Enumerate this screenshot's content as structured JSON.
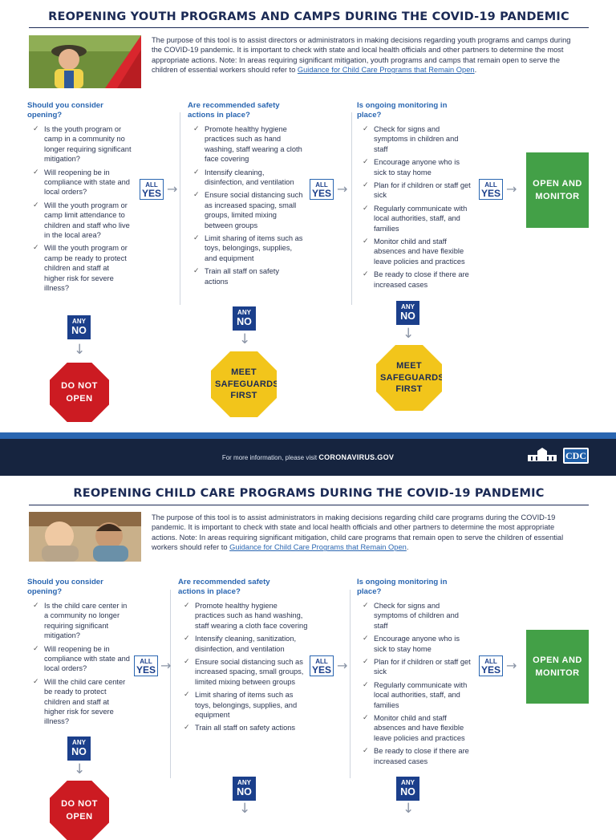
{
  "top": {
    "title": "REOPENING YOUTH PROGRAMS AND CAMPS DURING THE COVID-19 PANDEMIC",
    "intro": "The purpose of this tool is to assist directors or administrators in making decisions regarding youth programs and camps during the COVID-19 pandemic. It is important to check with state and local health officials and other partners to determine the most appropriate actions. Note: In areas requiring significant mitigation, youth programs and camps that remain open to serve the children of essential workers should refer to ",
    "intro_link": "Guidance for Child Care Programs that Remain Open",
    "intro_end": ".",
    "col1": {
      "question": "Should you consider opening?",
      "items": [
        "Is the youth program or camp in a community no longer requiring significant mitigation?",
        "Will reopening be in compliance with state and local orders?",
        "Will the youth program or camp limit attendance to children and staff who live in the local area?",
        "Will the youth program or camp be ready to protect children and staff at higher risk for severe illness?"
      ],
      "outcome": "DO NOT OPEN"
    },
    "col2": {
      "question": "Are recommended safety actions in place?",
      "items": [
        "Promote healthy hygiene practices such as hand washing, staff wearing a cloth face covering",
        "Intensify cleaning, disinfection, and ventilation",
        "Ensure social distancing such as increased spacing, small groups, limited mixing between groups",
        "Limit sharing of items such as toys, belongings, supplies, and equipment",
        "Train all staff on safety actions"
      ],
      "outcome": "MEET SAFEGUARDS FIRST"
    },
    "col3": {
      "question": "Is ongoing monitoring in place?",
      "items": [
        "Check for signs and symptoms in children and staff",
        "Encourage anyone who is sick to stay home",
        "Plan for if children or staff get sick",
        "Regularly communicate with local authorities, staff, and families",
        "Monitor child and staff absences and have flexible leave policies and practices",
        "Be ready to close if there are increased cases"
      ],
      "outcome": "MEET SAFEGUARDS FIRST"
    },
    "final": "OPEN AND MONITOR"
  },
  "bottom": {
    "title": "REOPENING CHILD CARE PROGRAMS DURING THE COVID-19 PANDEMIC",
    "intro": "The purpose of this tool is to assist administrators in making decisions regarding child care programs during the COVID-19 pandemic. It is important to check with state and local health officials and other partners to determine the most appropriate actions. Note: In areas requiring significant mitigation, child care programs that remain open to serve the children of essential workers should refer to ",
    "intro_link": "Guidance for Child Care Programs that Remain Open",
    "intro_end": ".",
    "col1": {
      "question": "Should you consider opening?",
      "items": [
        "Is the child care center in a community no longer requiring significant mitigation?",
        "Will reopening be in compliance with state and local orders?",
        "Will the child care center be ready to protect children and staff at higher risk for severe illness?"
      ],
      "outcome": "DO NOT OPEN"
    },
    "col2": {
      "question": "Are recommended safety actions in place?",
      "items": [
        "Promote healthy hygiene practices such as hand washing, staff wearing a cloth face covering",
        "Intensify cleaning, sanitization, disinfection, and ventilation",
        "Ensure social distancing such as increased spacing, small groups, limited mixing between groups",
        "Limit sharing of items such as toys, belongings, supplies, and equipment",
        "Train all staff on safety actions"
      ]
    },
    "col3": {
      "question": "Is ongoing monitoring in place?",
      "items": [
        "Check for signs and symptoms of children and staff",
        "Encourage anyone who is sick to stay home",
        "Plan for if children or staff get sick",
        "Regularly communicate with local authorities, staff, and families",
        "Monitor child and staff absences and have flexible leave policies and practices",
        "Be ready to close if there are increased cases"
      ]
    },
    "final": "OPEN AND MONITOR"
  },
  "labels": {
    "all": "ALL",
    "yes": "YES",
    "any": "ANY",
    "no": "NO"
  },
  "footer": {
    "text": "For more information, please visit",
    "site": "CORONAVIRUS.GOV",
    "logo": "CDC"
  },
  "colors": {
    "navy": "#1b2a55",
    "blue": "#2a66b1",
    "red": "#cc1b22",
    "yellow": "#f2c51b",
    "green": "#43a047",
    "footer": "#16243f"
  }
}
